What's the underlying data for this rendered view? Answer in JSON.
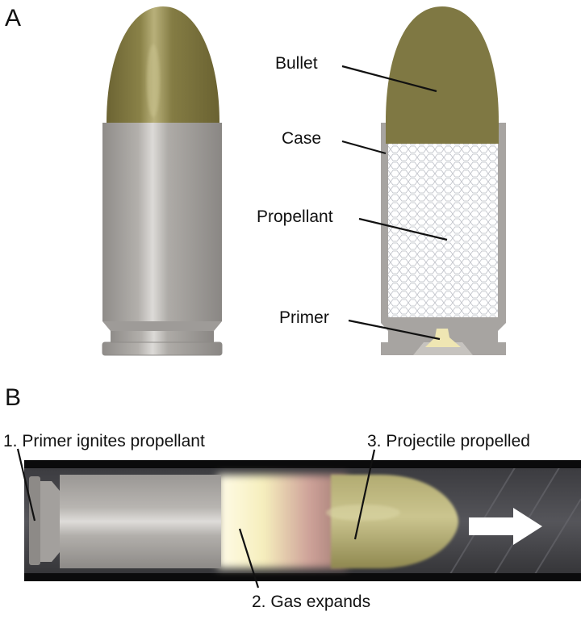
{
  "panel_a": {
    "letter": "A",
    "labels": {
      "bullet": "Bullet",
      "case": "Case",
      "propellant": "Propellant",
      "primer": "Primer"
    }
  },
  "panel_b": {
    "letter": "B",
    "steps": {
      "step1": "1. Primer ignites propellant",
      "step2": "2. Gas expands",
      "step3": "3. Projectile propelled"
    }
  },
  "colors": {
    "bullet": "#7d7540",
    "case": "#a9a6a2",
    "barrel": "#2c2c2f",
    "primer": "#efe6b3",
    "arrow": "#ffffff"
  }
}
